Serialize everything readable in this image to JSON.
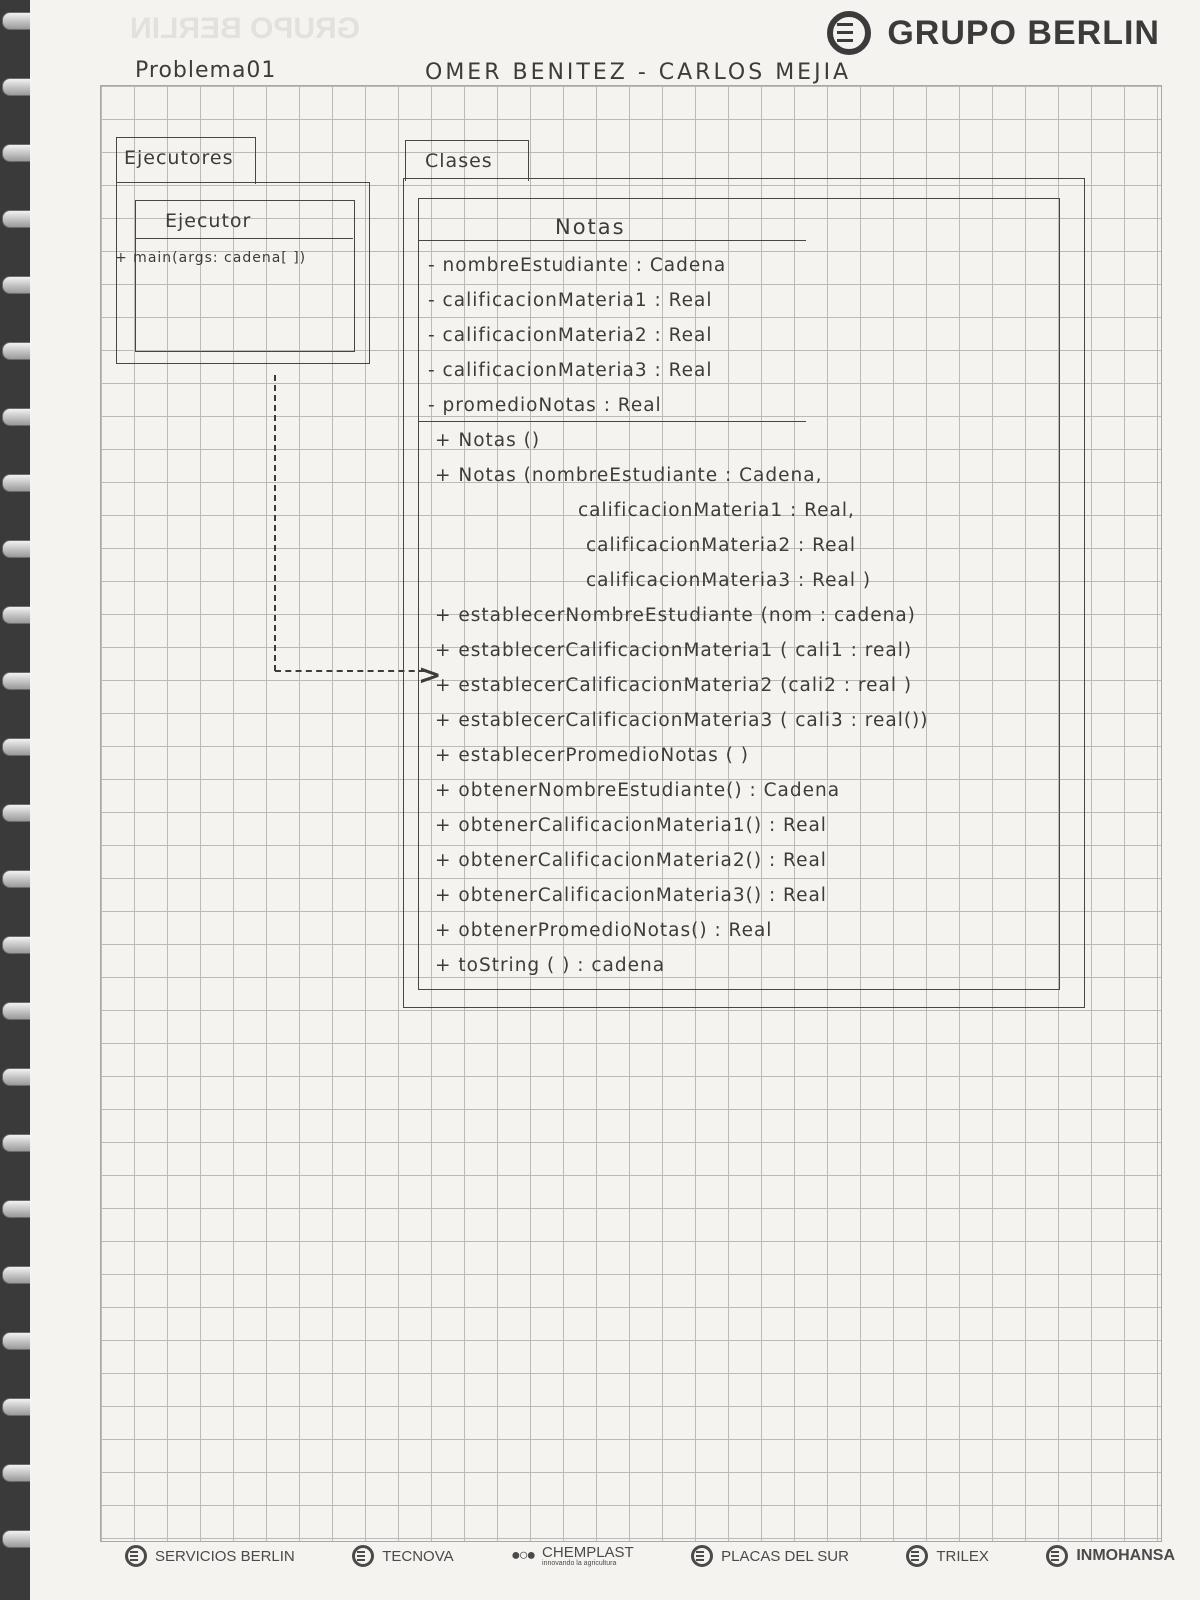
{
  "brand": {
    "name": "GRUPO BERLIN",
    "logo_icon": "berlin-logo-icon"
  },
  "header": {
    "problem": "Problema01",
    "authors": "OMER BENITEZ - CARLOS MEJIA"
  },
  "diagram": {
    "ejecutores_package": {
      "label": "Ejecutores",
      "class_name": "Ejecutor",
      "method": "+ main(args: cadena[ ])"
    },
    "clases_package": {
      "label": "Clases",
      "class_name": "Notas",
      "attributes": [
        "- nombreEstudiante : Cadena",
        "- calificacionMateria1 : Real",
        "- calificacionMateria2 : Real",
        "- calificacionMateria3 : Real",
        "- promedioNotas : Real"
      ],
      "methods": [
        "+ Notas ()",
        "+ Notas (nombreEstudiante : Cadena,",
        "calificacionMateria1 : Real,",
        "calificacionMateria2 : Real",
        "calificacionMateria3 : Real )",
        "+ establecerNombreEstudiante (nom : cadena)",
        "+ establecerCalificacionMateria1 ( cali1 : real)",
        "+ establecerCalificacionMateria2 (cali2 : real )",
        "+ establecerCalificacionMateria3 ( cali3 : real())",
        "+ establecerPromedioNotas ( )",
        "+ obtenerNombreEstudiante() : Cadena",
        "+ obtenerCalificacionMateria1() : Real",
        "+ obtenerCalificacionMateria2() : Real",
        "+ obtenerCalificacionMateria3() : Real",
        "+ obtenerPromedioNotas() : Real",
        "+ toString ( ) : cadena"
      ]
    }
  },
  "footer": {
    "items": [
      "SERVICIOS BERLIN",
      "TECNOVA",
      "CHEMPLAST",
      "PLACAS DEL SUR",
      "TRILEX",
      "INMOHANSA"
    ],
    "chemplast_sub": "innovando la agricultura"
  }
}
